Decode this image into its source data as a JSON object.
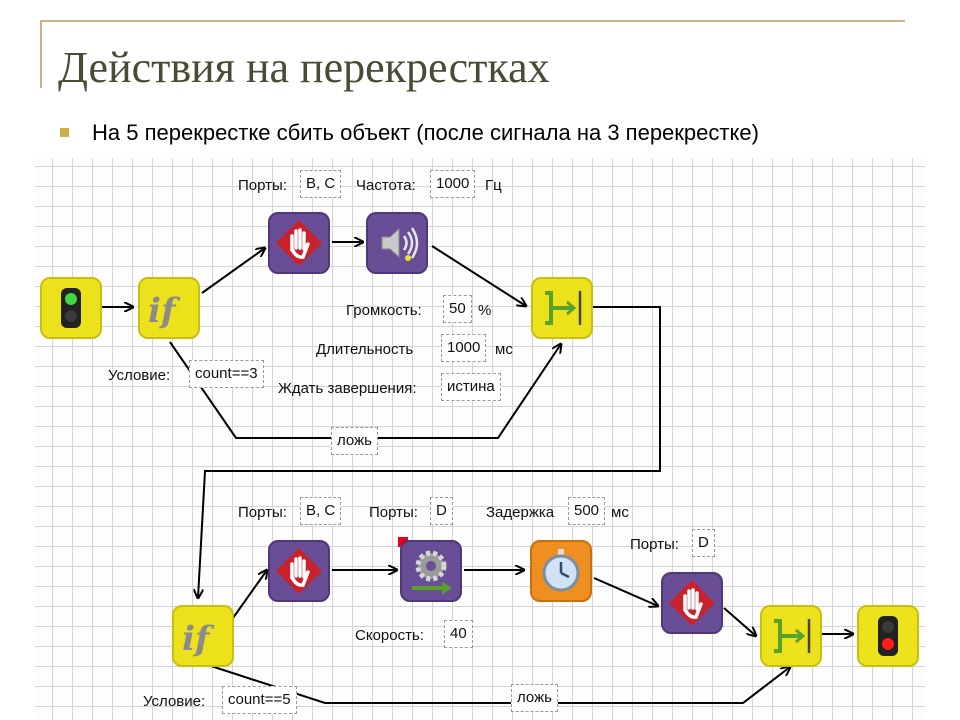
{
  "title": "Действия на перекрестках",
  "bullet": "На 5 перекрестке сбить объект (после сигнала на 3 перекрестке)",
  "top_row": {
    "ports_label": "Порты:",
    "ports_value": "B, C",
    "freq_label": "Частота:",
    "freq_value": "1000",
    "freq_unit": "Гц",
    "volume_label": "Громкость:",
    "volume_value": "50",
    "volume_unit": "%",
    "duration_label": "Длительность",
    "duration_value": "1000",
    "duration_unit": "мс",
    "wait_label": "Ждать завершения:",
    "wait_value": "истина",
    "condition_label": "Условие:",
    "condition_value": "count==3",
    "false_label": "ложь"
  },
  "bottom_row": {
    "ports1_label": "Порты:",
    "ports1_value": "B, C",
    "ports2_label": "Порты:",
    "ports2_value": "D",
    "delay_label": "Задержка",
    "delay_value": "500",
    "delay_unit": "мс",
    "ports3_label": "Порты:",
    "ports3_value": "D",
    "speed_label": "Скорость:",
    "speed_value": "40",
    "condition_label": "Условие:",
    "condition_value": "count==5",
    "false_label": "ложь"
  },
  "colors": {
    "title": "#4a4a35",
    "bullet": "#cfae4a",
    "block_yellow": "#ece21b",
    "block_purple": "#6a4d97",
    "block_orange": "#ef8f21",
    "stop_red": "#c8232c"
  },
  "icons": [
    "traffic-light-green-icon",
    "if-icon",
    "stop-hand-icon",
    "speaker-icon",
    "merge-icon",
    "gear-motor-icon",
    "stopwatch-icon",
    "traffic-light-red-icon"
  ]
}
